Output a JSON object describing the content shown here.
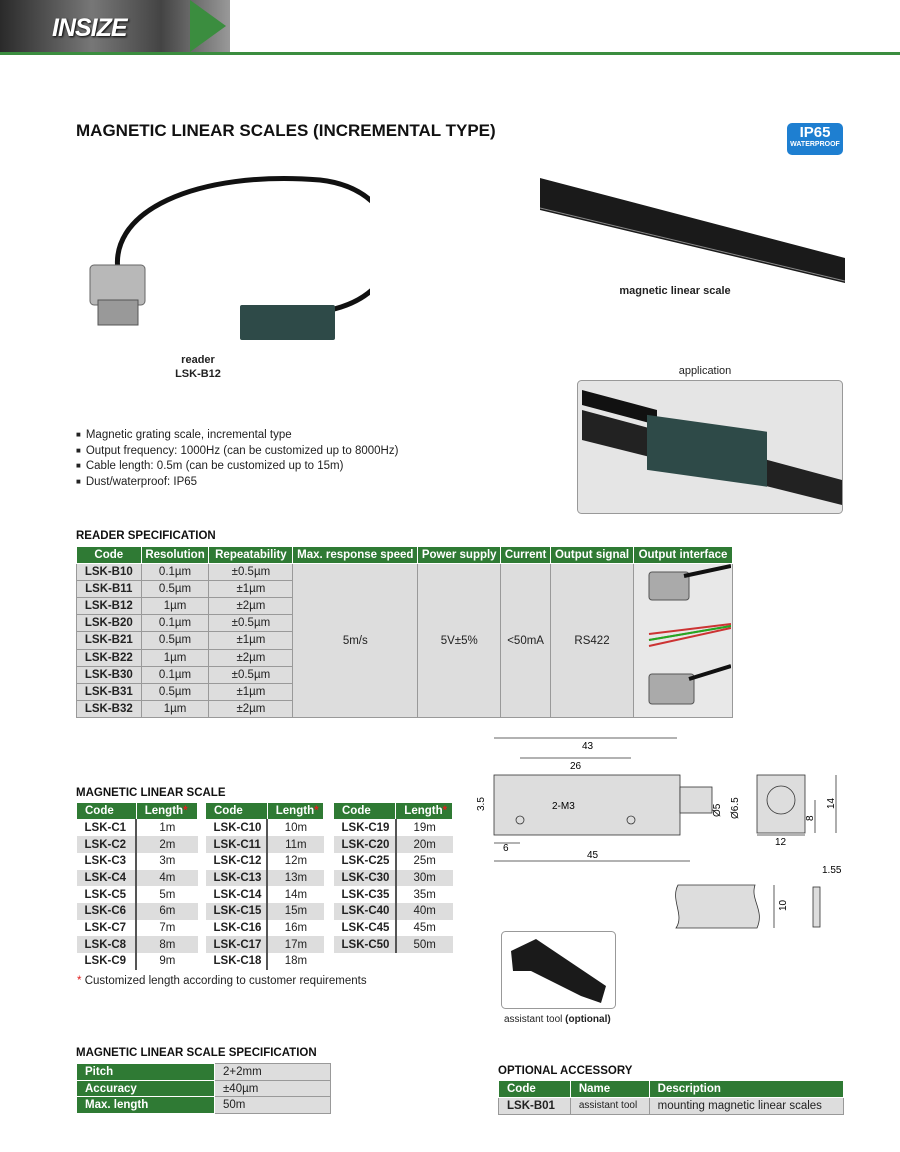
{
  "header": {
    "logo": "INSIZE"
  },
  "title": "MAGNETIC LINEAR SCALES (INCREMENTAL TYPE)",
  "badge": {
    "main": "IP65",
    "sub": "WATERPROOF"
  },
  "images": {
    "reader_label": "reader",
    "reader_code": "LSK-B12",
    "scale_label": "magnetic linear scale",
    "application_label": "application",
    "tool_label": "assistant tool",
    "tool_optional": "(optional)"
  },
  "features": [
    "Magnetic grating scale, incremental type",
    "Output frequency: 1000Hz (can be customized up to 8000Hz)",
    "Cable length: 0.5m (can be customized up to 15m)",
    "Dust/waterproof: IP65"
  ],
  "reader_spec": {
    "title": "READER SPECIFICATION",
    "headers": [
      "Code",
      "Resolution",
      "Repeatability",
      "Max. response speed",
      "Power supply",
      "Current",
      "Output signal",
      "Output interface"
    ],
    "rows": [
      [
        "LSK-B10",
        "0.1µm",
        "±0.5µm"
      ],
      [
        "LSK-B11",
        "0.5µm",
        "±1µm"
      ],
      [
        "LSK-B12",
        "1µm",
        "±2µm"
      ],
      [
        "LSK-B20",
        "0.1µm",
        "±0.5µm"
      ],
      [
        "LSK-B21",
        "0.5µm",
        "±1µm"
      ],
      [
        "LSK-B22",
        "1µm",
        "±2µm"
      ],
      [
        "LSK-B30",
        "0.1µm",
        "±0.5µm"
      ],
      [
        "LSK-B31",
        "0.5µm",
        "±1µm"
      ],
      [
        "LSK-B32",
        "1µm",
        "±2µm"
      ]
    ],
    "shared": {
      "speed": "5m/s",
      "power": "5V±5%",
      "current": "<50mA",
      "signal": "RS422"
    }
  },
  "scale_table": {
    "title": "MAGNETIC LINEAR SCALE",
    "headers": [
      "Code",
      "Length"
    ],
    "star": "*",
    "groups": [
      [
        [
          "LSK-C1",
          "1m"
        ],
        [
          "LSK-C2",
          "2m"
        ],
        [
          "LSK-C3",
          "3m"
        ],
        [
          "LSK-C4",
          "4m"
        ],
        [
          "LSK-C5",
          "5m"
        ],
        [
          "LSK-C6",
          "6m"
        ],
        [
          "LSK-C7",
          "7m"
        ],
        [
          "LSK-C8",
          "8m"
        ],
        [
          "LSK-C9",
          "9m"
        ]
      ],
      [
        [
          "LSK-C10",
          "10m"
        ],
        [
          "LSK-C11",
          "11m"
        ],
        [
          "LSK-C12",
          "12m"
        ],
        [
          "LSK-C13",
          "13m"
        ],
        [
          "LSK-C14",
          "14m"
        ],
        [
          "LSK-C15",
          "15m"
        ],
        [
          "LSK-C16",
          "16m"
        ],
        [
          "LSK-C17",
          "17m"
        ],
        [
          "LSK-C18",
          "18m"
        ]
      ],
      [
        [
          "LSK-C19",
          "19m"
        ],
        [
          "LSK-C20",
          "20m"
        ],
        [
          "LSK-C25",
          "25m"
        ],
        [
          "LSK-C30",
          "30m"
        ],
        [
          "LSK-C35",
          "35m"
        ],
        [
          "LSK-C40",
          "40m"
        ],
        [
          "LSK-C45",
          "45m"
        ],
        [
          "LSK-C50",
          "50m"
        ]
      ]
    ],
    "note": "Customized length according to customer requirements"
  },
  "drawing": {
    "d43": "43",
    "d26": "26",
    "d35": "3.5",
    "m3": "2-M3",
    "d6": "6",
    "d45": "45",
    "o5": "Ø5",
    "o65": "Ø6.5",
    "d14": "14",
    "d8": "8",
    "d12": "12",
    "d155": "1.55",
    "d10": "10"
  },
  "scale_spec": {
    "title": "MAGNETIC LINEAR SCALE SPECIFICATION",
    "rows": [
      [
        "Pitch",
        "2+2mm"
      ],
      [
        "Accuracy",
        "±40µm"
      ],
      [
        "Max. length",
        "50m"
      ]
    ]
  },
  "accessory": {
    "title": "OPTIONAL ACCESSORY",
    "headers": [
      "Code",
      "Name",
      "Description"
    ],
    "rows": [
      [
        "LSK-B01",
        "assistant tool",
        "mounting magnetic linear scales"
      ]
    ]
  }
}
